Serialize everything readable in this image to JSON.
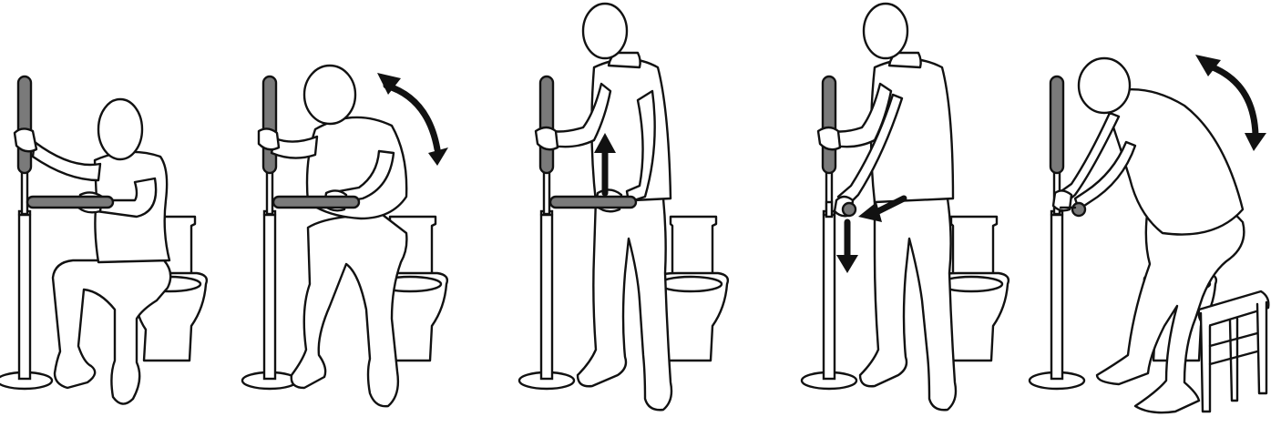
{
  "figure": {
    "steps": [
      {
        "pose": "seated",
        "arrow": "none"
      },
      {
        "pose": "leaning-forward",
        "arrow": "curved-double"
      },
      {
        "pose": "standing",
        "arrow": "up"
      },
      {
        "pose": "standing-adjusting-grip",
        "arrow": "down-and-inward"
      },
      {
        "pose": "sitting-on-stool",
        "arrow": "curved-double"
      }
    ],
    "colors": {
      "outline": "#111111",
      "grip": "#7a7a7a",
      "fill": "#ffffff"
    },
    "icons": [
      "transfer-pole-icon",
      "toilet-icon",
      "stool-icon",
      "person-icon",
      "arrow-icon"
    ]
  }
}
